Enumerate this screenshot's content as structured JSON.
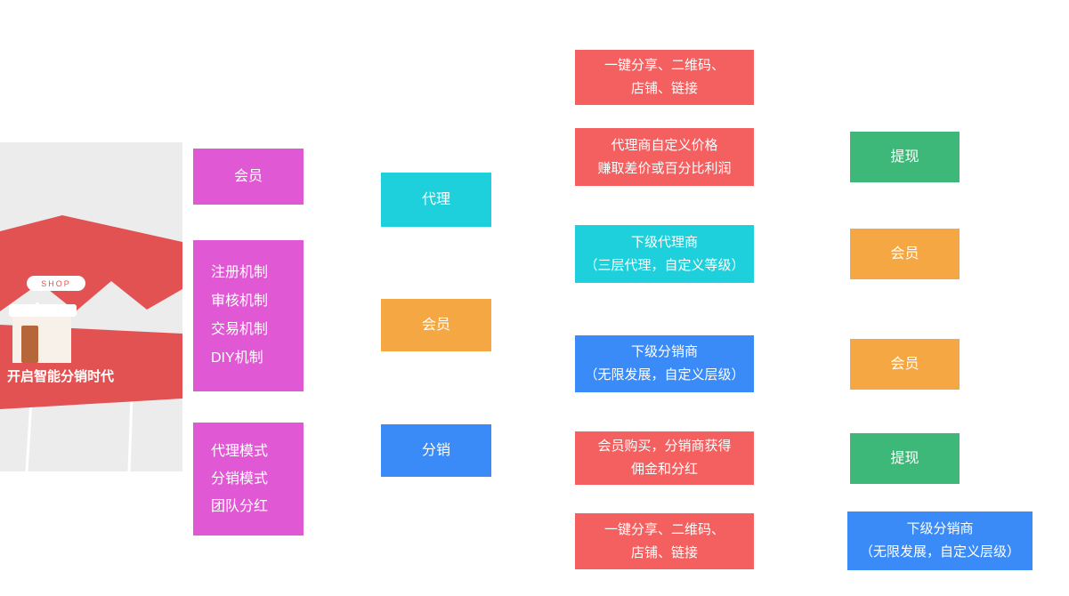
{
  "canvas": {
    "bg": "#ffffff"
  },
  "colors": {
    "magenta": "#e158d4",
    "cyan": "#1dd0db",
    "orange": "#f5a743",
    "blue": "#3a8bf7",
    "red": "#f45f5f",
    "green": "#3eb878",
    "illustration_red": "#e25252",
    "illustration_gray": "#ececec",
    "door_brown": "#b5673a"
  },
  "illustration": {
    "shop_badge": "SHOP",
    "headline": "开启智能分销时代"
  },
  "boxes": {
    "member_top": {
      "lines": [
        "会员"
      ]
    },
    "mechanisms": {
      "lines": [
        "注册机制",
        "审核机制",
        "交易机制",
        "DIY机制"
      ]
    },
    "modes": {
      "lines": [
        "代理模式",
        "分销模式",
        "团队分红"
      ]
    },
    "agent": {
      "lines": [
        "代理"
      ]
    },
    "member_mid": {
      "lines": [
        "会员"
      ]
    },
    "distribution": {
      "lines": [
        "分销"
      ]
    },
    "share_top": {
      "lines": [
        "一键分享、二维码、",
        "店铺、链接"
      ]
    },
    "agent_price": {
      "lines": [
        "代理商自定义价格",
        "赚取差价或百分比利润"
      ]
    },
    "sub_agent": {
      "lines": [
        "下级代理商",
        "（三层代理，自定义等级）"
      ]
    },
    "sub_distributor": {
      "lines": [
        "下级分销商",
        "（无限发展，自定义层级）"
      ]
    },
    "member_buy": {
      "lines": [
        "会员购买，分销商获得",
        "佣金和分红"
      ]
    },
    "share_bottom": {
      "lines": [
        "一键分享、二维码、",
        "店铺、链接"
      ]
    },
    "withdraw_top": {
      "lines": [
        "提现"
      ]
    },
    "member_r1": {
      "lines": [
        "会员"
      ]
    },
    "member_r2": {
      "lines": [
        "会员"
      ]
    },
    "withdraw_bottom": {
      "lines": [
        "提现"
      ]
    },
    "sub_distributor_right": {
      "lines": [
        "下级分销商",
        "（无限发展，自定义层级）"
      ]
    }
  }
}
